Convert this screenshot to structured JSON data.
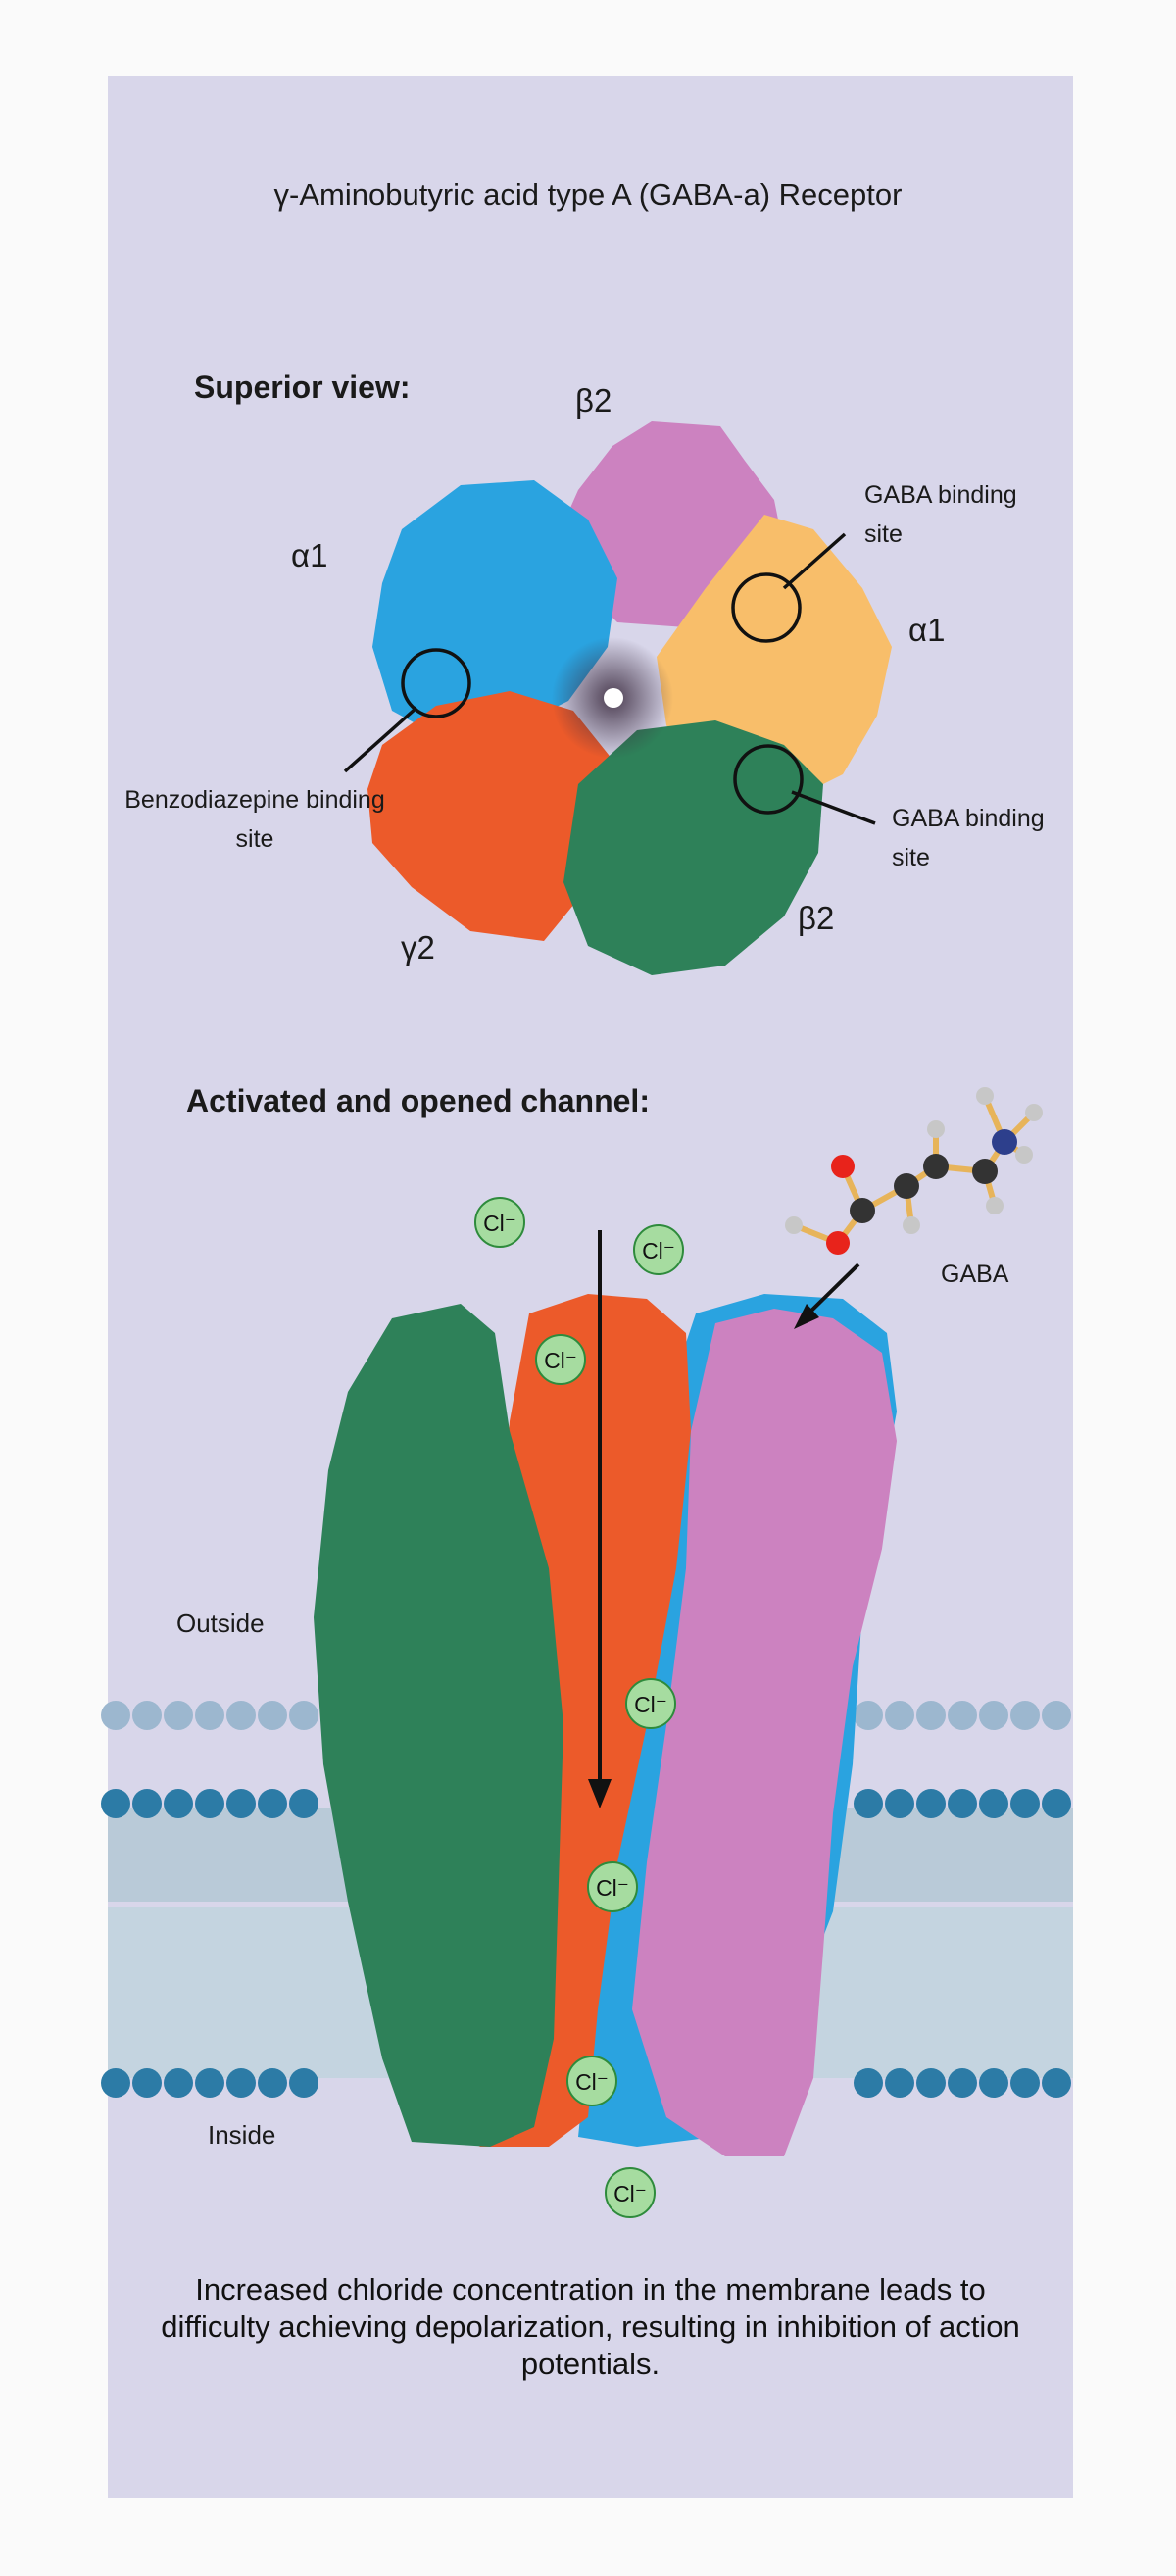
{
  "title": "γ-Aminobutyric acid type A (GABA-a) Receptor",
  "superior_view": {
    "heading": "Superior view:",
    "subunits": {
      "beta2_top": "β2",
      "alpha1_left": "α1",
      "alpha1_right": "α1",
      "gamma2": "γ2",
      "beta2_bottom": "β2"
    },
    "gaba_site_1": [
      "GABA binding",
      "site"
    ],
    "gaba_site_2": [
      "GABA binding",
      "site"
    ],
    "benzo_site": [
      "Benzodiazepine binding",
      "site"
    ]
  },
  "channel": {
    "heading": "Activated and opened channel:",
    "outside": "Outside",
    "inside": "Inside",
    "gaba": "GABA",
    "ion": "Cl⁻"
  },
  "caption": [
    "Increased chloride concentration in the membrane leads to",
    "difficulty achieving depolarization, resulting in inhibition of action",
    "potentials."
  ],
  "colors": {
    "background": "#d8d6ea",
    "alpha_blue": "#2aa3e0",
    "beta_pink": "#cc82c0",
    "alpha_orange": "#f8be6a",
    "beta_green": "#2e8159",
    "gamma_red": "#ec5a2a",
    "membrane": "#2c7ba6",
    "ion_fill": "#a6dca0",
    "ion_stroke": "#2e8b3c"
  }
}
